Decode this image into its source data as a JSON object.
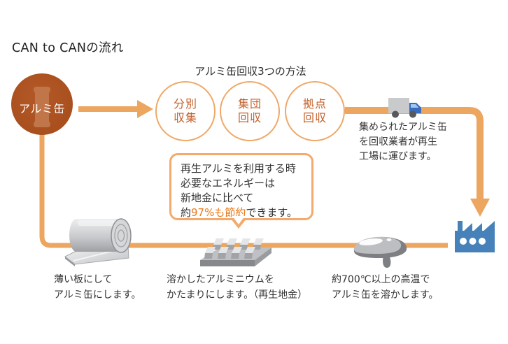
{
  "page": {
    "title": "CAN to CANの流れ"
  },
  "colors": {
    "flow_line": "#ECA65F",
    "start_node_brown": "#A84F1E",
    "method_circle_border": "#F0A868",
    "method_circle_text": "#C4602A",
    "callout_border": "#F3AA6C",
    "highlight_orange": "#E87918",
    "factory_blue": "#4682B9",
    "truck_cab_blue": "#3A6CBE",
    "metal_gray": "#C2C3C6",
    "text_dark": "#333333"
  },
  "start_node": {
    "label": "アルミ缶"
  },
  "collection": {
    "heading": "アルミ缶回収3つの方法",
    "methods": [
      {
        "label_line1": "分別",
        "label_line2": "収集"
      },
      {
        "label_line1": "集団",
        "label_line2": "回収"
      },
      {
        "label_line1": "拠点",
        "label_line2": "回収"
      }
    ]
  },
  "transport": {
    "caption_lines": [
      "集められたアルミ缶",
      "を回収業者が再生",
      "工場に運びます。"
    ]
  },
  "callout": {
    "lines": [
      "再生アルミを利用する時",
      "必要なエネルギーは",
      "新地金に比べて"
    ],
    "final_line": {
      "prefix": "約",
      "highlight": "97%も節約",
      "suffix": "できます。"
    }
  },
  "process_steps": [
    {
      "name": "melt",
      "caption_lines": [
        "約700℃以上の高温で",
        "アルミ缶を溶かします。"
      ]
    },
    {
      "name": "ingot",
      "caption_lines": [
        "溶かしたアルミニウムを",
        "かたまりにします。（再生地金）"
      ]
    },
    {
      "name": "sheet",
      "caption_lines": [
        "薄い板にして",
        "アルミ缶にします。"
      ]
    }
  ]
}
